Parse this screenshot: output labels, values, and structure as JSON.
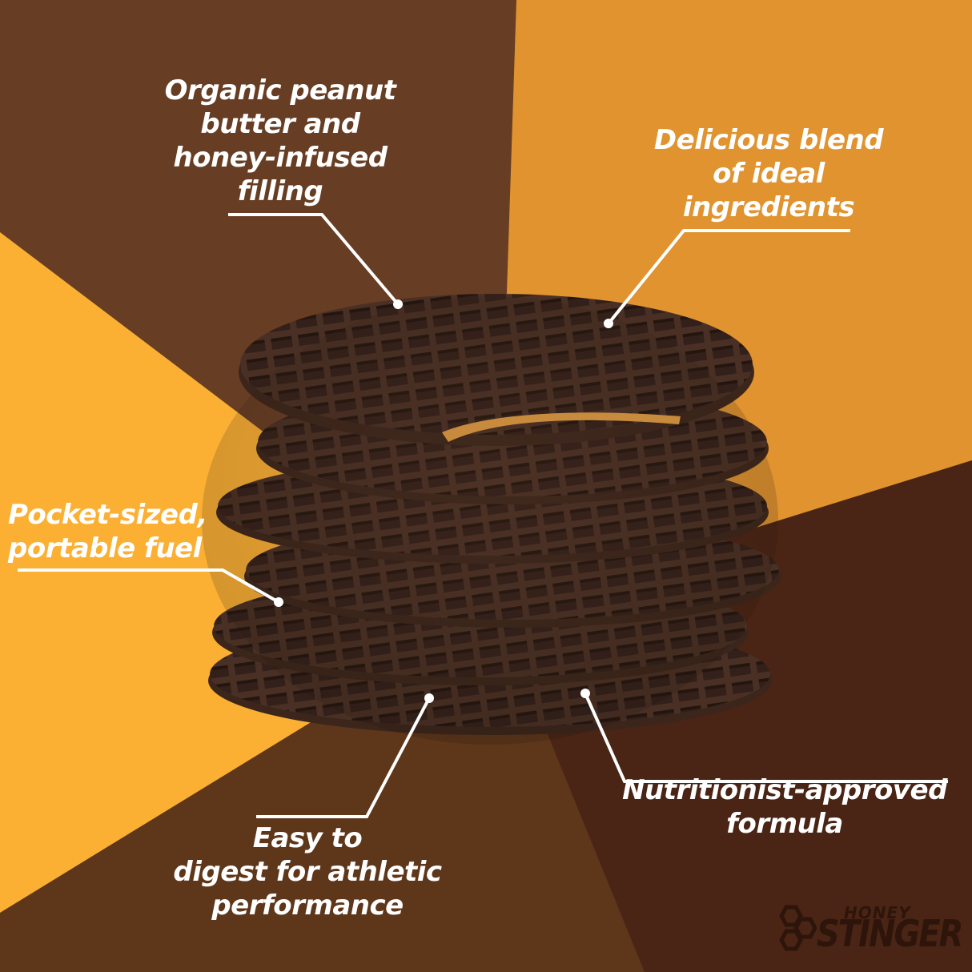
{
  "colors": {
    "dark_brown": "#673d23",
    "orange": "#e0932f",
    "yellow": "#fbb034",
    "mid_brown": "#5e361a",
    "deep_brown": "#4a2414",
    "cookie": "#4a3024",
    "cookie_grid": "#2e1c14",
    "filling": "#c88a3c",
    "text": "#ffffff",
    "logo": "#2e150b"
  },
  "callouts": [
    {
      "id": "organic",
      "text": "Organic peanut\nbutter and\nhoney-infused\nfilling"
    },
    {
      "id": "delicious",
      "text": "Delicious blend\nof ideal\ningredients"
    },
    {
      "id": "pocket",
      "text": "Pocket-sized,\nportable fuel"
    },
    {
      "id": "easy",
      "text": "Easy to\ndigest for athletic\nperformance"
    },
    {
      "id": "nutrition",
      "text": "Nutritionist-approved\nformula"
    }
  ],
  "logo": {
    "line1": "HONEY",
    "line2": "STINGER"
  }
}
